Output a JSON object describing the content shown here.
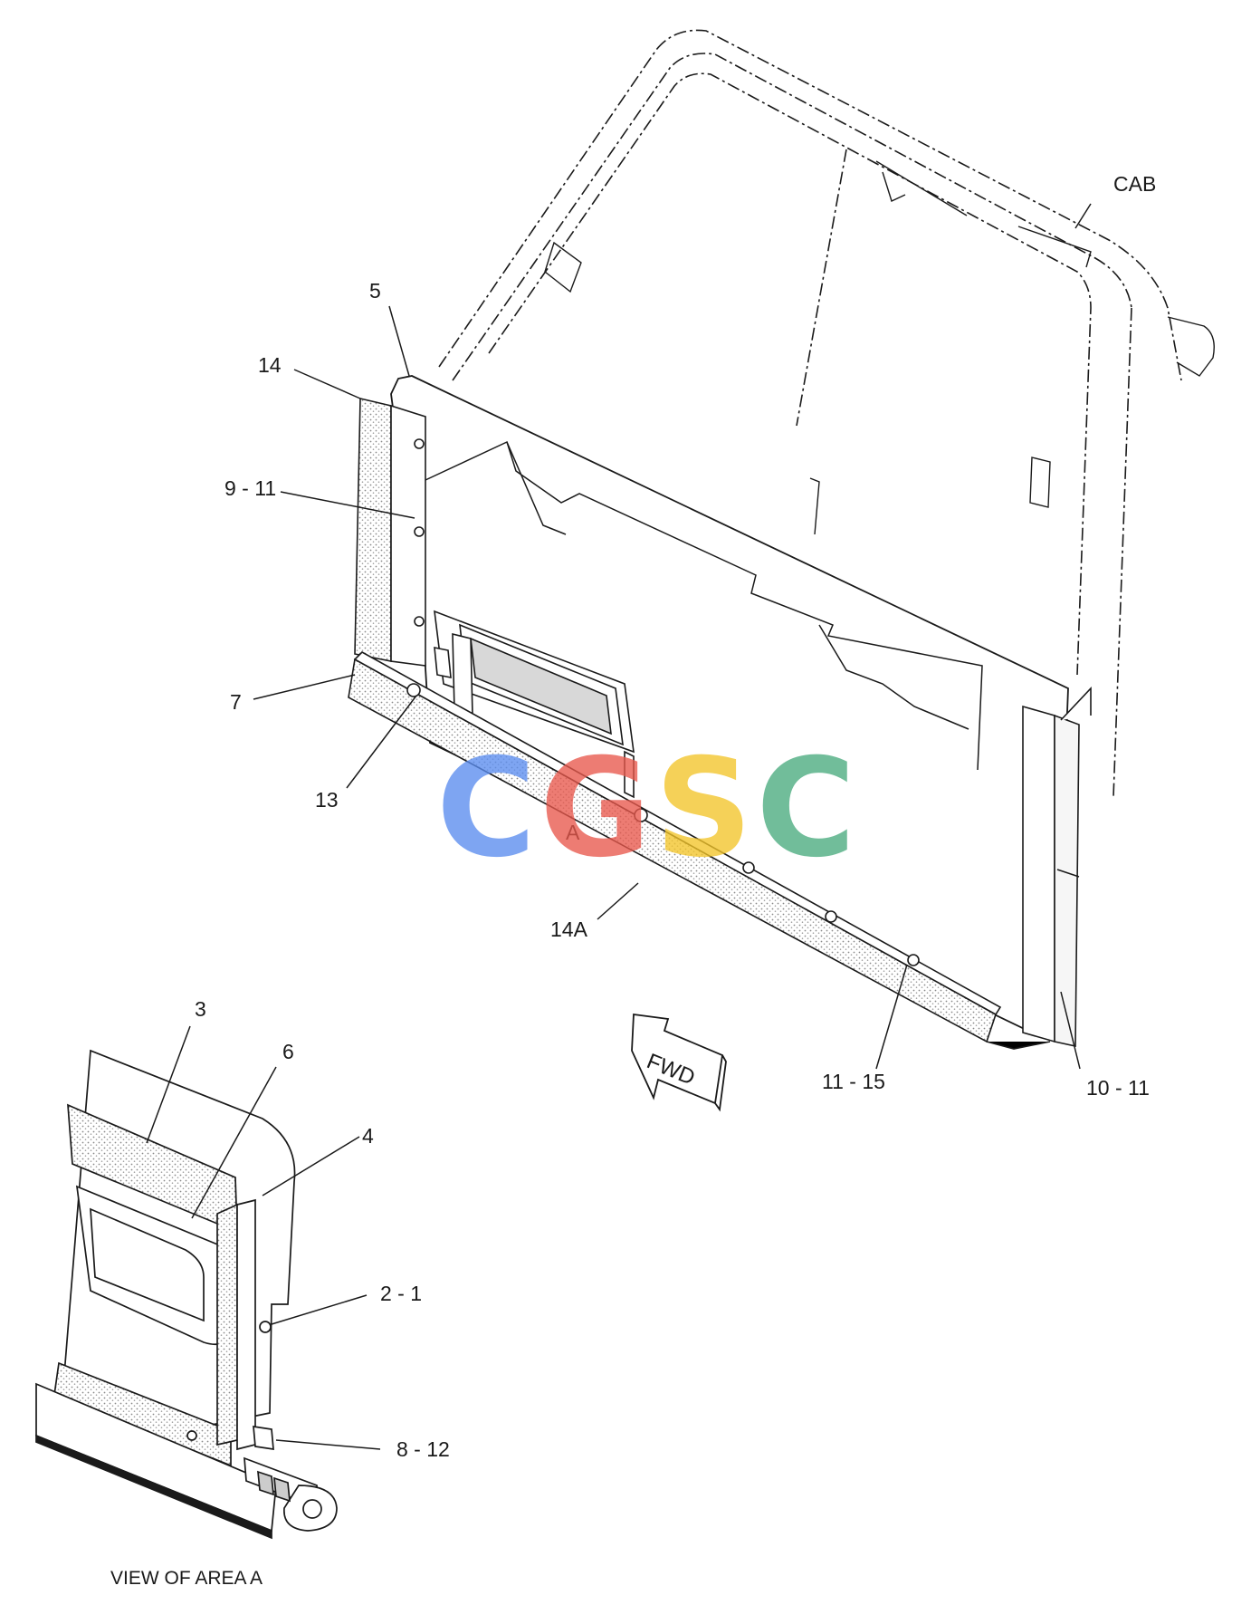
{
  "callouts": {
    "cab": "CAB",
    "c5": "5",
    "c14": "14",
    "c9_11": "9 - 11",
    "c7": "7",
    "c13": "13",
    "area_a": "A",
    "c14a": "14A",
    "c11_15": "11 - 15",
    "c10_11": "10 - 11",
    "c3": "3",
    "c6": "6",
    "c4": "4",
    "c2_1": "2 - 1",
    "c8_12": "8 - 12"
  },
  "fwd_arrow_label": "FWD",
  "detail_caption": "VIEW OF AREA  A",
  "watermark": {
    "letters": [
      "C",
      "G",
      "S",
      "C"
    ],
    "colors": [
      "#5b8def",
      "#e8584c",
      "#f3c52a",
      "#4aab7e"
    ]
  },
  "colors": {
    "line": "#1a1a1a",
    "hatch": "#9a9a9a",
    "background": "#ffffff"
  }
}
